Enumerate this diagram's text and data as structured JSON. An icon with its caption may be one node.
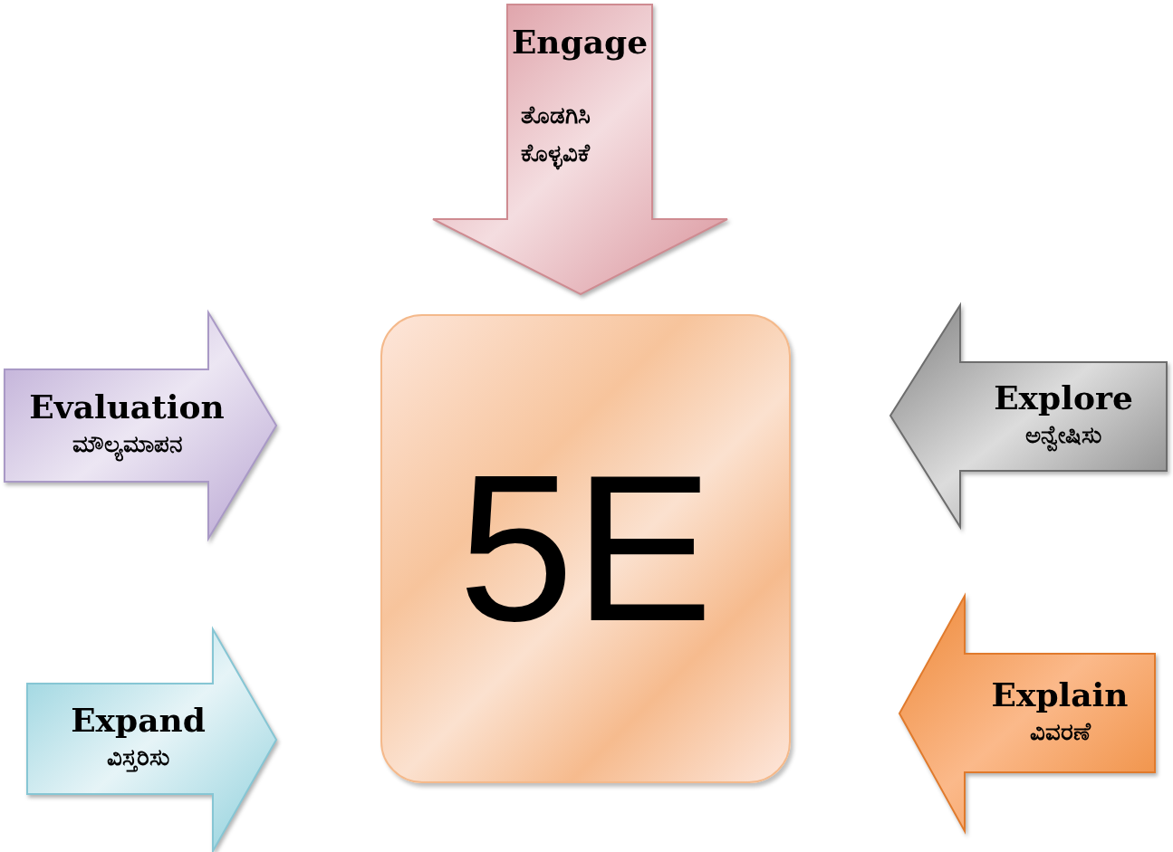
{
  "diagram": {
    "nodes": [
      {
        "text": [
          "Engage",
          "ತೊಡಗಿಸಿ ಕೊಳ್ಳವಿಕೆ"
        ]
      },
      {
        "text": [
          "Evaluation",
          "ಮೌಲ್ಯಮಾಪನ"
        ]
      },
      {
        "text": [
          "5E"
        ]
      },
      {
        "text": [
          "Explore",
          "ಅನ್ವೇಷಿಸು"
        ]
      },
      {
        "text": [
          "Expand",
          "ವಿಸ್ತರಿಸು"
        ]
      },
      {
        "text": [
          "Explain",
          "ವಿವರಣೆ"
        ]
      }
    ]
  }
}
